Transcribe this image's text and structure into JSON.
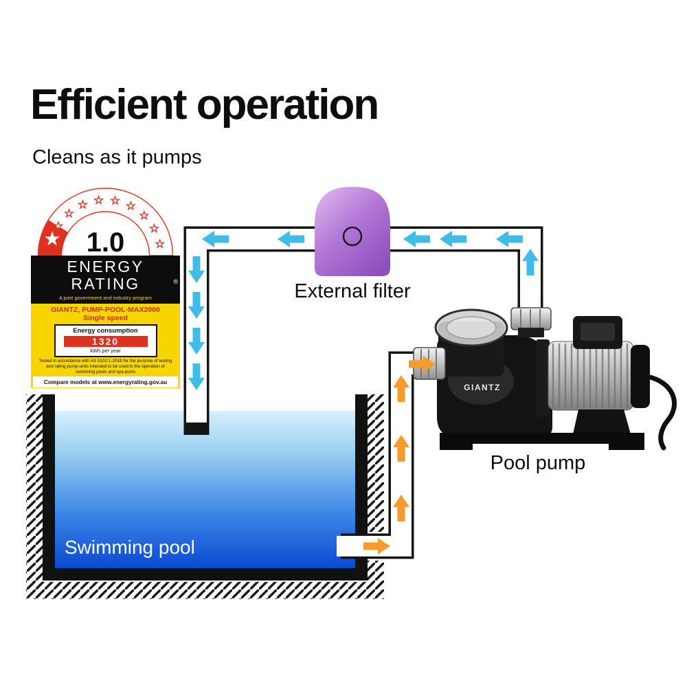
{
  "page": {
    "title": "Efficient operation",
    "subtitle": "Cleans as it pumps"
  },
  "energy_label": {
    "rating_value": "1.0",
    "heading_line1": "ENERGY",
    "heading_line2": "RATING",
    "registered_mark": "®",
    "program_text": "A joint government and industry program",
    "model_line": "GIANTZ, PUMP-POOL-MAX2000",
    "speed_line": "Single speed",
    "consumption_title": "Energy consumption",
    "consumption_value": "1320",
    "consumption_unit": "kWh per year",
    "disclaimer": "Tested in accordance with AS 5102.1-2019 for the purpose of testing and rating pump-units intended to be used in the operation of swimming pools and spa pools",
    "compare_text": "Compare models at www.energyrating.gov.au"
  },
  "diagram": {
    "filter_label": "External filter",
    "pump_label": "Pool pump",
    "pool_label": "Swimming pool",
    "pump_brand": "GIANTZ",
    "colors": {
      "filtered_flow_arrow": "#3FBDE8",
      "suction_flow_arrow": "#F89B2C",
      "filter_body_purple": "#A566CC",
      "water_surface": "#D8F0FB",
      "water_deep": "#0A4AD0",
      "label_yellow": "#F7D500",
      "label_red": "#E0301E"
    }
  }
}
